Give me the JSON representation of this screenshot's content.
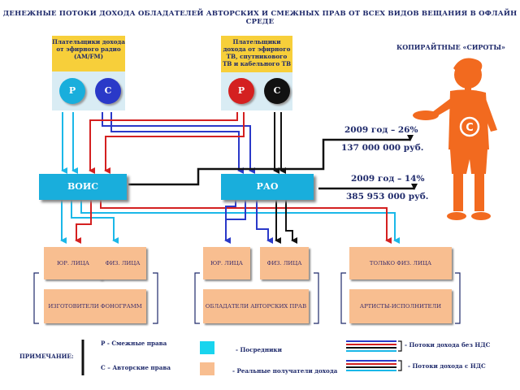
{
  "title": "ДЕНЕЖНЫЕ ПОТОКИ ДОХОДА ОБЛАДАТЕЛЕЙ АВТОРСКИХ И СМЕЖНЫХ ПРАВ ОТ ВСЕХ ВИДОВ ВЕЩАНИЯ В ОФЛАЙН СРЕДЕ",
  "orphans_label": "КОПИРАЙТНЫЕ «СИРОТЫ»",
  "payers": {
    "radio": "Плательщики дохода от эфирного радио (AM/FM)",
    "tv": "Плательщики дохода от эфирного ТВ, спутникового ТВ и кабельного ТВ",
    "p": "Р",
    "c": "С"
  },
  "orgs": {
    "vois": "ВОИС",
    "rao": "РАО"
  },
  "flows": {
    "y2009_a": "2009 год – 26%",
    "sum_a": "137 000 000 руб.",
    "y2009_b": "2009 год – 14%",
    "sum_b": "385 953 000 руб."
  },
  "recipients": {
    "jur1": "ЮР. ЛИЦА",
    "phys1": "ФИЗ. ЛИЦА",
    "jur2": "ЮР. ЛИЦА",
    "phys2": "ФИЗ. ЛИЦА",
    "only_phys": "ТОЛЬКО ФИЗ. ЛИЦА",
    "producers": "ИЗГОТОВИТЕЛИ ФОНОГРАММ",
    "authors": "ОБЛАДАТЕЛИ АВТОРСКИХ ПРАВ",
    "performers": "АРТИСТЫ-ИСПОЛНИТЕЛИ"
  },
  "legend": {
    "note": "ПРИМЕЧАНИЕ:",
    "r": "Р - Смежные права",
    "c": "С – Авторские права",
    "intermediaries": "- Посредники",
    "real": "- Реальные получатели дохода",
    "no_vat": "- Потоки дохода без НДС",
    "with_vat": "- Потоки дохода с НДС"
  },
  "colors": {
    "blue": "#2a39c8",
    "red": "#d42020",
    "cyan": "#1bb8e8",
    "black": "#111111",
    "orange": "#f26a1f",
    "peach": "#f8be90",
    "teal": "#19aedc",
    "yellow": "#f7cf3a"
  }
}
